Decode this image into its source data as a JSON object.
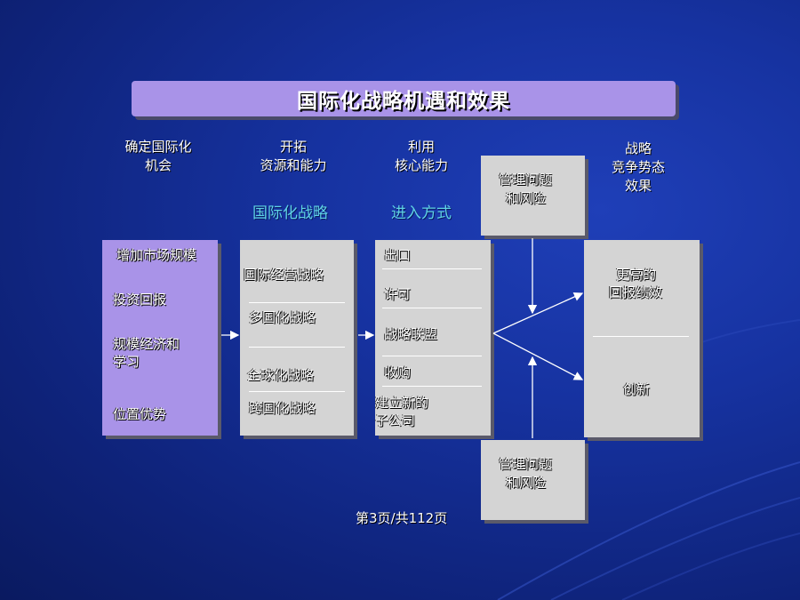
{
  "title": "国际化战略机遇和效果",
  "headers": {
    "col1": [
      "确定国际化",
      "机会"
    ],
    "col2": [
      "开拓",
      "资源和能力"
    ],
    "col3": [
      "利用",
      "核心能力"
    ],
    "col5": [
      "战略",
      "竞争势态",
      "效果"
    ]
  },
  "subheaders": {
    "strategy": "国际化战略",
    "entry": "进入方式"
  },
  "box1": {
    "items": [
      "增加市场规模",
      "投资回报",
      "规模经济和",
      "学习",
      "位置优势"
    ]
  },
  "box2": {
    "items": [
      "国际经营战略",
      "多国化战略",
      "全球化战略",
      "跨国化战略"
    ]
  },
  "box3": {
    "items": [
      "出口",
      "许可",
      "战略联盟",
      "收购",
      "建立新的",
      "子公司"
    ]
  },
  "mgmt_top": [
    "管理问题",
    "和风险"
  ],
  "mgmt_bottom": [
    "管理问题",
    "和风险"
  ],
  "box5": {
    "items": [
      "更高的",
      "回报绩效",
      "创新"
    ]
  },
  "footer": "第3页/共112页",
  "colors": {
    "background": "#1632a0",
    "title_bar": "#a993e8",
    "box_gray": "#d4d4d4",
    "box_purple": "#a993e8",
    "subheader": "#5fd3e6"
  }
}
